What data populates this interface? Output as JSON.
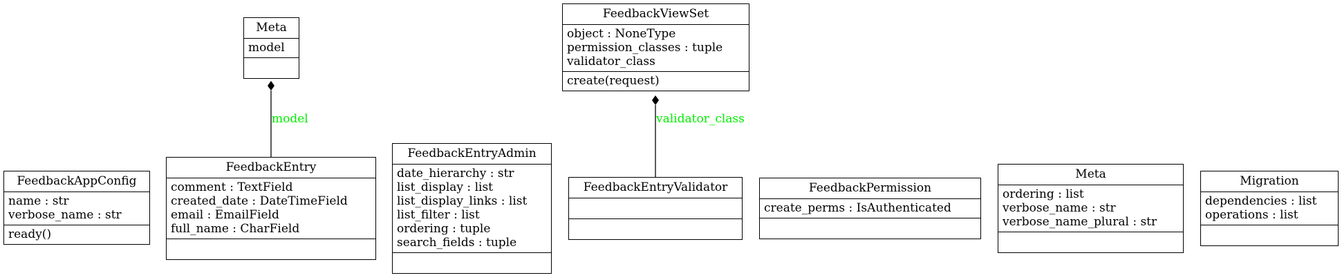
{
  "classes": {
    "meta_top": {
      "name": "Meta",
      "attrs": [
        "model"
      ],
      "methods": []
    },
    "feedback_viewset": {
      "name": "FeedbackViewSet",
      "attrs": [
        "object : NoneType",
        "permission_classes : tuple",
        "validator_class"
      ],
      "methods": [
        "create(request)"
      ]
    },
    "feedback_app_config": {
      "name": "FeedbackAppConfig",
      "attrs": [
        "name : str",
        "verbose_name : str"
      ],
      "methods": [
        "ready()"
      ]
    },
    "feedback_entry": {
      "name": "FeedbackEntry",
      "attrs": [
        "comment : TextField",
        "created_date : DateTimeField",
        "email : EmailField",
        "full_name : CharField"
      ],
      "methods": []
    },
    "feedback_entry_admin": {
      "name": "FeedbackEntryAdmin",
      "attrs": [
        "date_hierarchy : str",
        "list_display : list",
        "list_display_links : list",
        "list_filter : list",
        "ordering : tuple",
        "search_fields : tuple"
      ],
      "methods": []
    },
    "feedback_entry_validator": {
      "name": "FeedbackEntryValidator",
      "attrs": [],
      "methods": []
    },
    "feedback_permission": {
      "name": "FeedbackPermission",
      "attrs": [
        "create_perms : IsAuthenticated"
      ],
      "methods": []
    },
    "meta_right": {
      "name": "Meta",
      "attrs": [
        "ordering : list",
        "verbose_name : str",
        "verbose_name_plural : str"
      ],
      "methods": []
    },
    "migration": {
      "name": "Migration",
      "attrs": [
        "dependencies : list",
        "operations : list"
      ],
      "methods": []
    }
  },
  "edges": {
    "model": {
      "label": "model",
      "color": "#00ee00"
    },
    "validator_class": {
      "label": "validator_class",
      "color": "#00ee00"
    }
  }
}
